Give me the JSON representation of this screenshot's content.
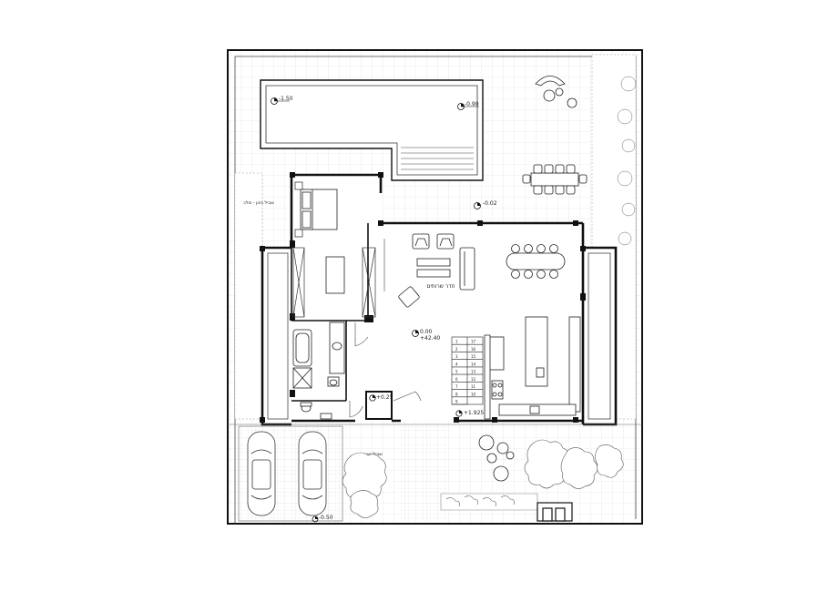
{
  "colors": {
    "line": "#1a1a1a",
    "wall": "#111111",
    "hatch": "#c8c8c8",
    "paving": "#e2e2e2",
    "background": "#ffffff"
  },
  "levels": {
    "pool_deep": "-1.50",
    "pool_shallow": "-0.90",
    "terrace": "-0.02",
    "ground_floor": "0.00",
    "ground_floor_abs": "+42.40",
    "entrance": "+0.25",
    "kitchen_step": "+1.925",
    "street": "-0.50"
  },
  "labels": {
    "living_room": "חדר שרותים",
    "side_path": "שביל גינון - מלכ",
    "garden_path": "שביל גינון"
  },
  "stair_numbers": [
    "1",
    "2",
    "3",
    "4",
    "5",
    "6",
    "7",
    "8",
    "9",
    "10",
    "11",
    "12",
    "13",
    "14",
    "15",
    "16",
    "17"
  ],
  "icons": [
    "level-marker-icon",
    "car-icon",
    "tree-icon",
    "sofa-icon",
    "armchair-icon",
    "bed-icon",
    "table-icon",
    "toilet-icon",
    "bathtub-icon",
    "sink-icon",
    "door-swing-icon"
  ]
}
